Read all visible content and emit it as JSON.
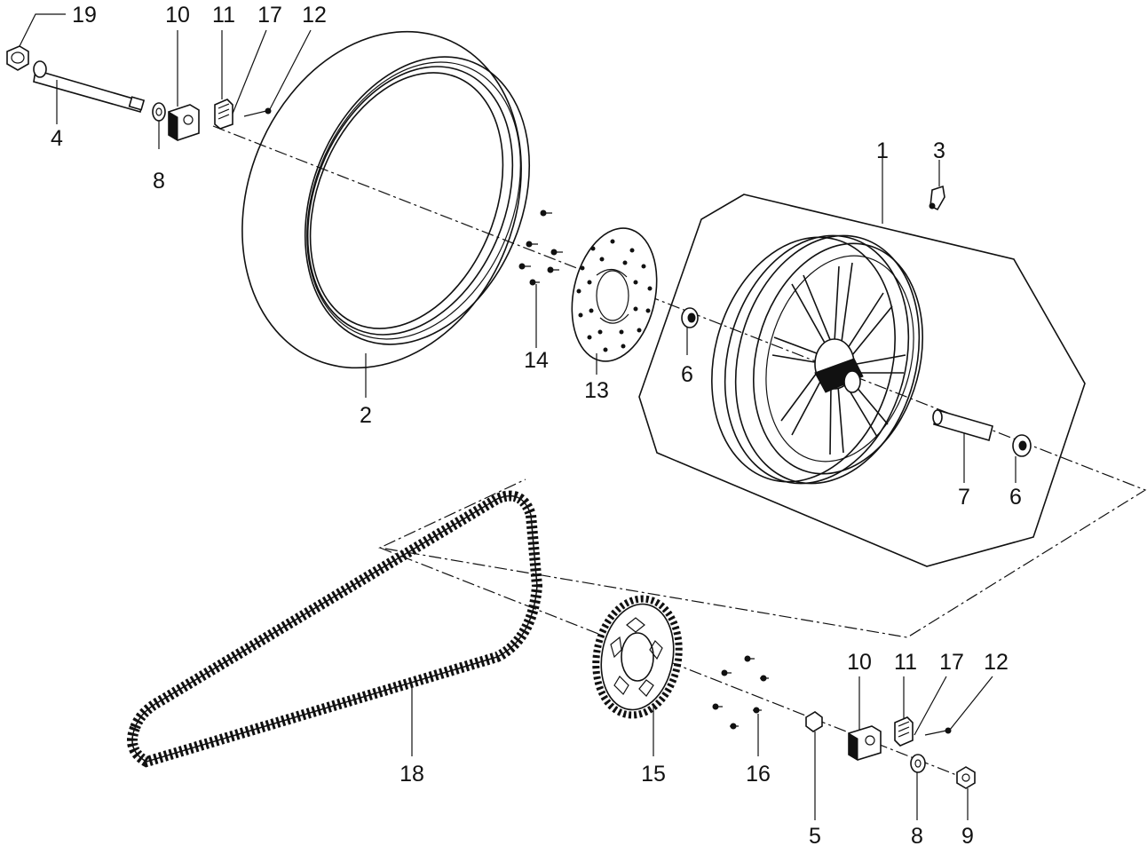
{
  "callouts": {
    "c19": "19",
    "c10a": "10",
    "c11a": "11",
    "c17a": "17",
    "c12a": "12",
    "c4": "4",
    "c8a": "8",
    "c1": "1",
    "c3": "3",
    "c2": "2",
    "c14": "14",
    "c13": "13",
    "c6a": "6",
    "c7": "7",
    "c6b": "6",
    "c10b": "10",
    "c11b": "11",
    "c17b": "17",
    "c12b": "12",
    "c18": "18",
    "c15": "15",
    "c16": "16",
    "c5": "5",
    "c8b": "8",
    "c9": "9"
  }
}
